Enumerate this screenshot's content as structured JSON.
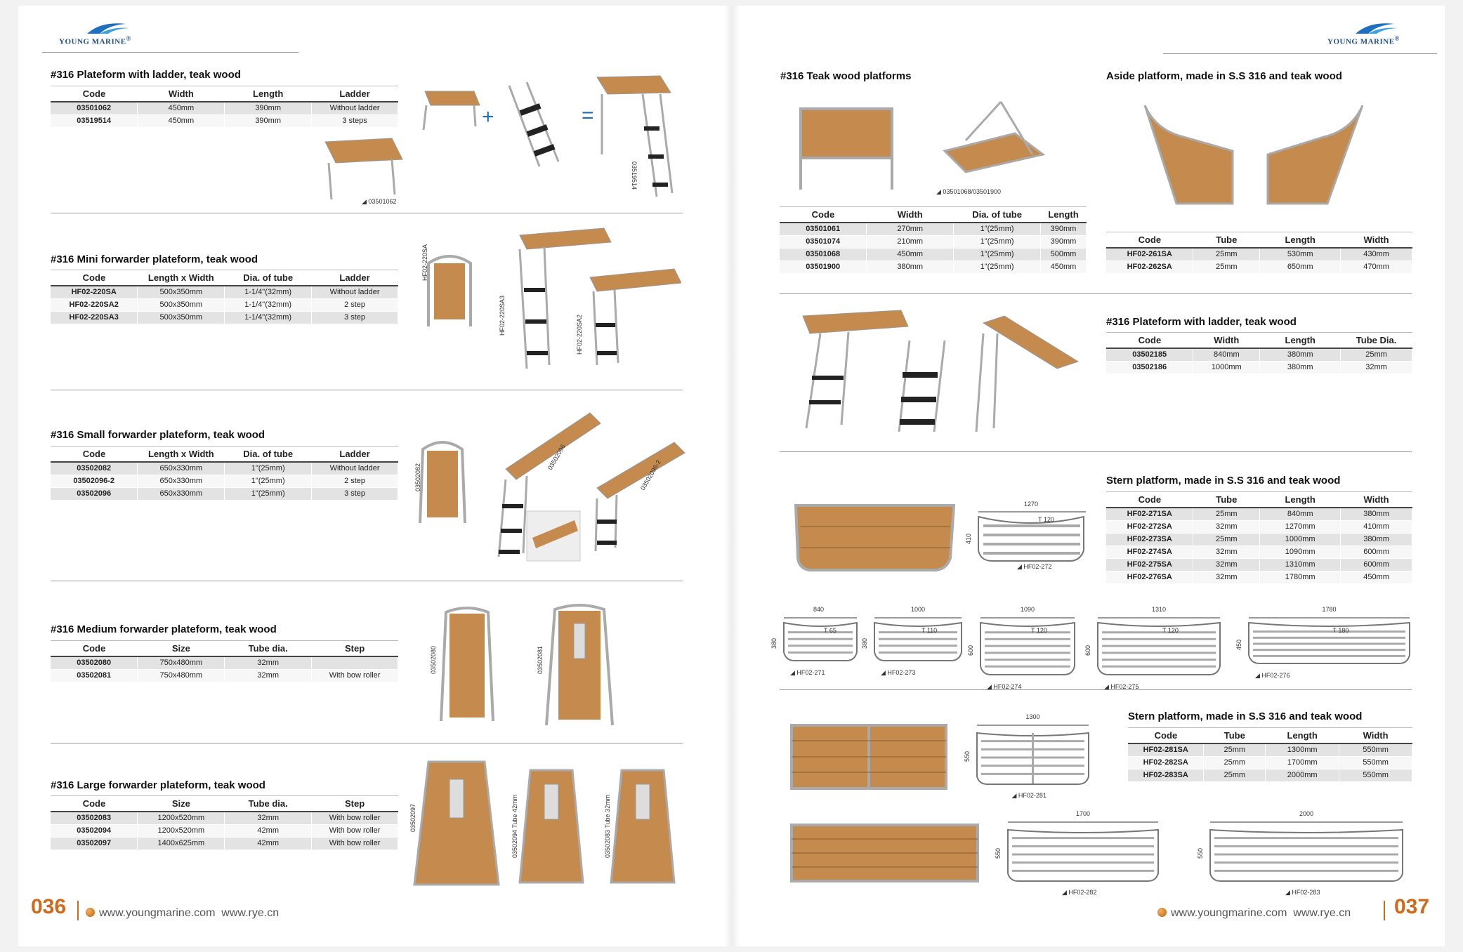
{
  "brand": {
    "name": "YOUNG MARINE",
    "mark": "®"
  },
  "colors": {
    "accent_orange": "#d06a1a",
    "brand_blue": "#1f4e8c",
    "teak": "#c48a4e",
    "steel": "#b9bec4"
  },
  "footer": {
    "left_page": "036",
    "right_page": "037",
    "url1": "www.youngmarine.com",
    "url2": "www.rye.cn"
  },
  "left": {
    "s1": {
      "title": "#316  Plateform with ladder, teak wood",
      "headers": [
        "Code",
        "Width",
        "Length",
        "Ladder"
      ],
      "rows": [
        [
          "03501062",
          "450mm",
          "390mm",
          "Without ladder"
        ],
        [
          "03519514",
          "450mm",
          "390mm",
          "3 steps"
        ]
      ],
      "labels": [
        "03501062",
        "03519514"
      ],
      "plus": "+",
      "equals": "="
    },
    "s2": {
      "title": "#316  Mini forwarder plateform, teak wood",
      "headers": [
        "Code",
        "Length x Width",
        "Dia. of tube",
        "Ladder"
      ],
      "rows": [
        [
          "HF02-220SA",
          "500x350mm",
          "1-1/4\"(32mm)",
          "Without ladder"
        ],
        [
          "HF02-220SA2",
          "500x350mm",
          "1-1/4\"(32mm)",
          "2 step"
        ],
        [
          "HF02-220SA3",
          "500x350mm",
          "1-1/4\"(32mm)",
          "3 step"
        ]
      ],
      "labels": [
        "HF02-220SA",
        "HF02-220SA3",
        "HF02-220SA2"
      ]
    },
    "s3": {
      "title": "#316  Small forwarder plateform, teak wood",
      "headers": [
        "Code",
        "Length x Width",
        "Dia. of tube",
        "Ladder"
      ],
      "rows": [
        [
          "03502082",
          "650x330mm",
          "1\"(25mm)",
          "Without ladder"
        ],
        [
          "03502096-2",
          "650x330mm",
          "1\"(25mm)",
          "2 step"
        ],
        [
          "03502096",
          "650x330mm",
          "1\"(25mm)",
          "3 step"
        ]
      ],
      "labels": [
        "03502082",
        "03502096",
        "03502096-2"
      ]
    },
    "s4": {
      "title": "#316  Medium forwarder plateform, teak wood",
      "headers": [
        "Code",
        "Size",
        "Tube dia.",
        "Step"
      ],
      "rows": [
        [
          "03502080",
          "750x480mm",
          "32mm",
          ""
        ],
        [
          "03502081",
          "750x480mm",
          "32mm",
          "With bow roller"
        ]
      ],
      "labels": [
        "03502080",
        "03502081"
      ]
    },
    "s5": {
      "title": "#316  Large forwarder plateform, teak wood",
      "headers": [
        "Code",
        "Size",
        "Tube dia.",
        "Step"
      ],
      "rows": [
        [
          "03502083",
          "1200x520mm",
          "32mm",
          "With bow roller"
        ],
        [
          "03502094",
          "1200x520mm",
          "42mm",
          "With bow roller"
        ],
        [
          "03502097",
          "1400x625mm",
          "42mm",
          "With bow roller"
        ]
      ],
      "labels": [
        "03502097",
        "03502094 Tube 42mm",
        "03502083 Tube 32mm"
      ]
    }
  },
  "right": {
    "s1": {
      "title": "#316 Teak wood platforms",
      "headers": [
        "Code",
        "Width",
        "Dia. of tube",
        "Length"
      ],
      "rows": [
        [
          "03501061",
          "270mm",
          "1\"(25mm)",
          "390mm"
        ],
        [
          "03501074",
          "210mm",
          "1\"(25mm)",
          "390mm"
        ],
        [
          "03501068",
          "450mm",
          "1\"(25mm)",
          "500mm"
        ],
        [
          "03501900",
          "380mm",
          "1\"(25mm)",
          "450mm"
        ]
      ],
      "label": "03501068/03501900"
    },
    "s2": {
      "title": "Aside platform, made in S.S 316 and teak wood",
      "headers": [
        "Code",
        "Tube",
        "Length",
        "Width"
      ],
      "rows": [
        [
          "HF02-261SA",
          "25mm",
          "530mm",
          "430mm"
        ],
        [
          "HF02-262SA",
          "25mm",
          "650mm",
          "470mm"
        ]
      ]
    },
    "s3": {
      "title": "#316  Plateform with ladder, teak wood",
      "headers": [
        "Code",
        "Width",
        "Length",
        "Tube Dia."
      ],
      "rows": [
        [
          "03502185",
          "840mm",
          "380mm",
          "25mm"
        ],
        [
          "03502186",
          "1000mm",
          "380mm",
          "32mm"
        ]
      ]
    },
    "s4": {
      "title": "Stern platform, made in S.S 316 and teak wood",
      "headers": [
        "Code",
        "Tube",
        "Length",
        "Width"
      ],
      "rows": [
        [
          "HF02-271SA",
          "25mm",
          "840mm",
          "380mm"
        ],
        [
          "HF02-272SA",
          "32mm",
          "1270mm",
          "410mm"
        ],
        [
          "HF02-273SA",
          "25mm",
          "1000mm",
          "380mm"
        ],
        [
          "HF02-274SA",
          "32mm",
          "1090mm",
          "600mm"
        ],
        [
          "HF02-275SA",
          "32mm",
          "1310mm",
          "600mm"
        ],
        [
          "HF02-276SA",
          "32mm",
          "1780mm",
          "450mm"
        ]
      ],
      "d272": {
        "w": "1270",
        "h": "410",
        "t": "120",
        "label": "HF02-272"
      },
      "drawings": [
        {
          "w": "840",
          "h": "380",
          "t": "65",
          "label": "HF02-271"
        },
        {
          "w": "1000",
          "h": "380",
          "t": "110",
          "label": "HF02-273"
        },
        {
          "w": "1090",
          "h": "600",
          "t": "120",
          "label": "HF02-274"
        },
        {
          "w": "1310",
          "h": "600",
          "t": "120",
          "label": "HF02-275"
        },
        {
          "w": "1780",
          "h": "450",
          "t": "180",
          "label": "HF02-276"
        }
      ]
    },
    "s5": {
      "title": "Stern platform, made in S.S 316 and teak wood",
      "headers": [
        "Code",
        "Tube",
        "Length",
        "Width"
      ],
      "rows": [
        [
          "HF02-281SA",
          "25mm",
          "1300mm",
          "550mm"
        ],
        [
          "HF02-282SA",
          "25mm",
          "1700mm",
          "550mm"
        ],
        [
          "HF02-283SA",
          "25mm",
          "2000mm",
          "550mm"
        ]
      ],
      "drawings": [
        {
          "w": "1300",
          "h": "550",
          "label": "HF02-281"
        },
        {
          "w": "1700",
          "h": "550",
          "label": "HF02-282"
        },
        {
          "w": "2000",
          "h": "550",
          "label": "HF02-283"
        }
      ]
    }
  }
}
